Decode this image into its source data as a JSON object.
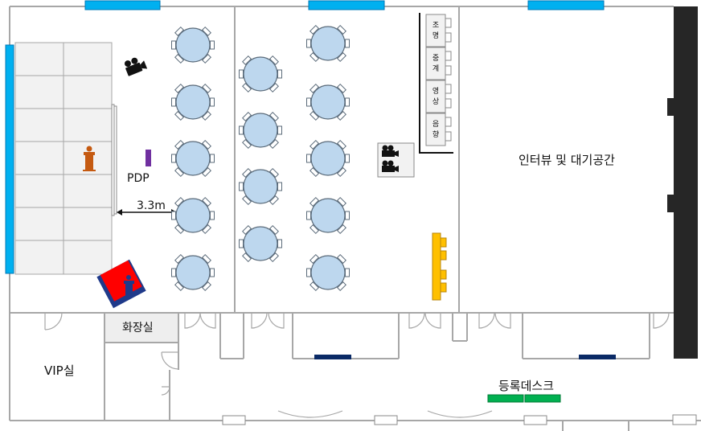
{
  "labels": {
    "interview_area": "인터뷰 및 대기공간",
    "pdp": "PDP",
    "distance": "3.3m",
    "restroom": "화장실",
    "vip_room": "VIP실",
    "registration_desk": "등록데스크"
  },
  "control_booth": {
    "sections": [
      "조명",
      "중계",
      "영상",
      "음향"
    ]
  },
  "colors": {
    "wall": "#a7a7a7",
    "window_blue": "#00b0f0",
    "table_fill": "#bdd7ee",
    "table_stroke": "#5b6b7a",
    "stage_fill": "#f2f2f2",
    "podium_red": "#ff0000",
    "podium_navy": "#1f3a8a",
    "podium_orange": "#c55a11",
    "pdp_purple": "#7030a0",
    "yellow_furniture": "#ffc000",
    "green_desk": "#00b050",
    "black_wall": "#262626",
    "navy_bar": "#0a2a66"
  },
  "icons": [
    "camera-icon",
    "podium-icon",
    "door-icon"
  ]
}
